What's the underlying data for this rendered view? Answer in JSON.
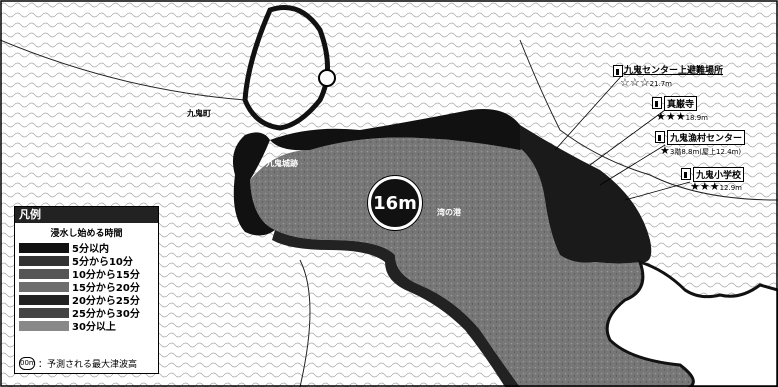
{
  "legend": {
    "title": "凡例",
    "subtitle": "浸水し始める時間",
    "rows": [
      {
        "label": "5分以内",
        "color": "#111111"
      },
      {
        "label": "5分から10分",
        "color": "#333333"
      },
      {
        "label": "10分から15分",
        "color": "#555555"
      },
      {
        "label": "15分から20分",
        "color": "#6e6e6e"
      },
      {
        "label": "20分から25分",
        "color": "#222222"
      },
      {
        "label": "25分から30分",
        "color": "#444444"
      },
      {
        "label": "30分以上",
        "color": "#888888"
      }
    ],
    "footnote_icon": "00m",
    "footnote": "：予測される最大津波高"
  },
  "map": {
    "max_tsunami_height": "16m",
    "place_labels": {
      "west_area": "九鬼町",
      "bay_label": "湾の港",
      "shrine": "九鬼城跡"
    },
    "shelters": [
      {
        "name": "九鬼センター上避難場所",
        "rating": "☆☆☆",
        "note": "21.7m"
      },
      {
        "name": "真巌寺",
        "rating": "★★★",
        "note": "18.9m"
      },
      {
        "name": "九鬼漁村センター",
        "rating": "★",
        "note": "3階8.8m(屋上12.4m)"
      },
      {
        "name": "九鬼小学校",
        "rating": "★★★",
        "note": "12.9m"
      }
    ],
    "colors": {
      "water": "#7a7a7a",
      "coast": "#111111",
      "land": "#ffffff",
      "contour": "#8a8a8a"
    }
  }
}
